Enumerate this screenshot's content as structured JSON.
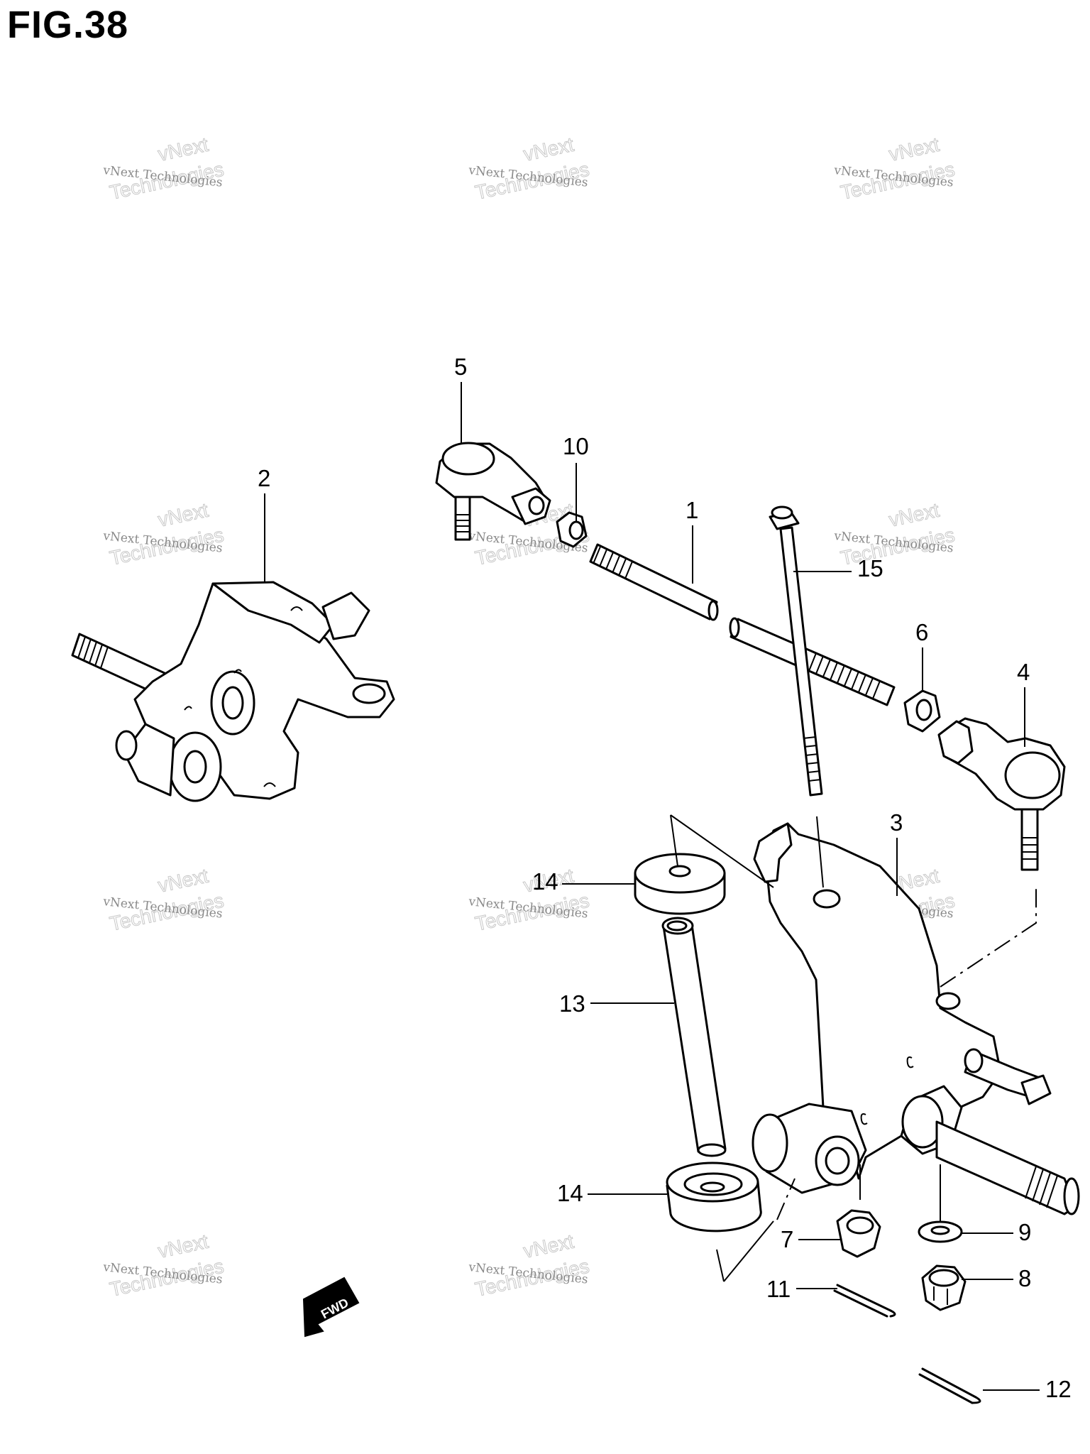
{
  "title": "FIG.38",
  "watermark": {
    "brand": "vNext Technologies",
    "large_line1": "vNext",
    "large_line2": "Technologies"
  },
  "direction_label": "FWD",
  "callouts": [
    {
      "id": "c5",
      "label": "5"
    },
    {
      "id": "c10",
      "label": "10"
    },
    {
      "id": "c1",
      "label": "1"
    },
    {
      "id": "c2",
      "label": "2"
    },
    {
      "id": "c15",
      "label": "15"
    },
    {
      "id": "c6",
      "label": "6"
    },
    {
      "id": "c4",
      "label": "4"
    },
    {
      "id": "c3",
      "label": "3"
    },
    {
      "id": "c14a",
      "label": "14"
    },
    {
      "id": "c13",
      "label": "13"
    },
    {
      "id": "c14b",
      "label": "14"
    },
    {
      "id": "c7",
      "label": "7"
    },
    {
      "id": "c9",
      "label": "9"
    },
    {
      "id": "c11",
      "label": "11"
    },
    {
      "id": "c8",
      "label": "8"
    },
    {
      "id": "c12",
      "label": "12"
    }
  ]
}
